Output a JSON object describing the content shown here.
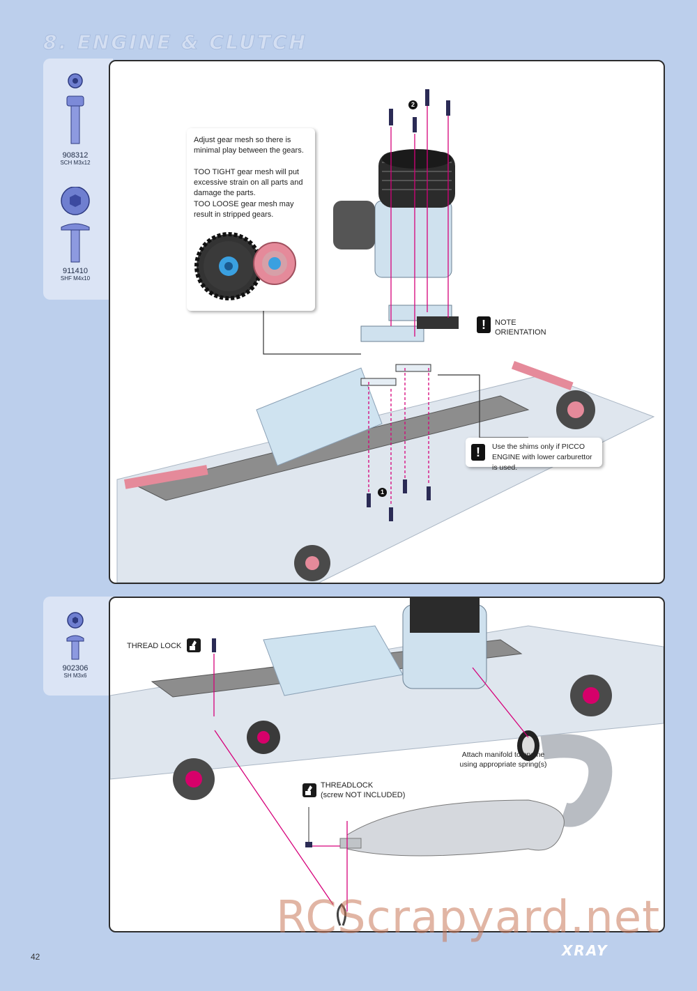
{
  "page": {
    "title": "8. ENGINE & CLUTCH",
    "number": "42",
    "brand": "XRAY",
    "watermark": "RCScrapyard.net"
  },
  "parts": [
    {
      "code": "908312",
      "desc": "SCH M3x12"
    },
    {
      "code": "911410",
      "desc": "SHF M4x10"
    },
    {
      "code": "902306",
      "desc": "SH M3x6"
    }
  ],
  "step1": {
    "gear_callout": {
      "line1": "Adjust gear mesh so there is minimal play between the gears.",
      "line2": "TOO TIGHT gear mesh will put excessive strain on all parts and damage the parts.",
      "line3": "TOO LOOSE gear mesh may result in stripped gears."
    },
    "note_orientation": {
      "line1": "NOTE",
      "line2": "ORIENTATION"
    },
    "shims_note": "Use the shims only if PICCO ENGINE with lower carburettor is used.",
    "badge_top": "2",
    "badge_bottom": "1"
  },
  "step2": {
    "thread_lock": "THREAD LOCK",
    "threadlock_title": "THREADLOCK",
    "threadlock_sub": "(screw NOT INCLUDED)",
    "manifold_note": "Attach manifold to engine using appropriate spring(s)"
  },
  "colors": {
    "background": "#bccfec",
    "accent_pink": "#d6007a",
    "chassis_blue": "#c9dcef"
  }
}
